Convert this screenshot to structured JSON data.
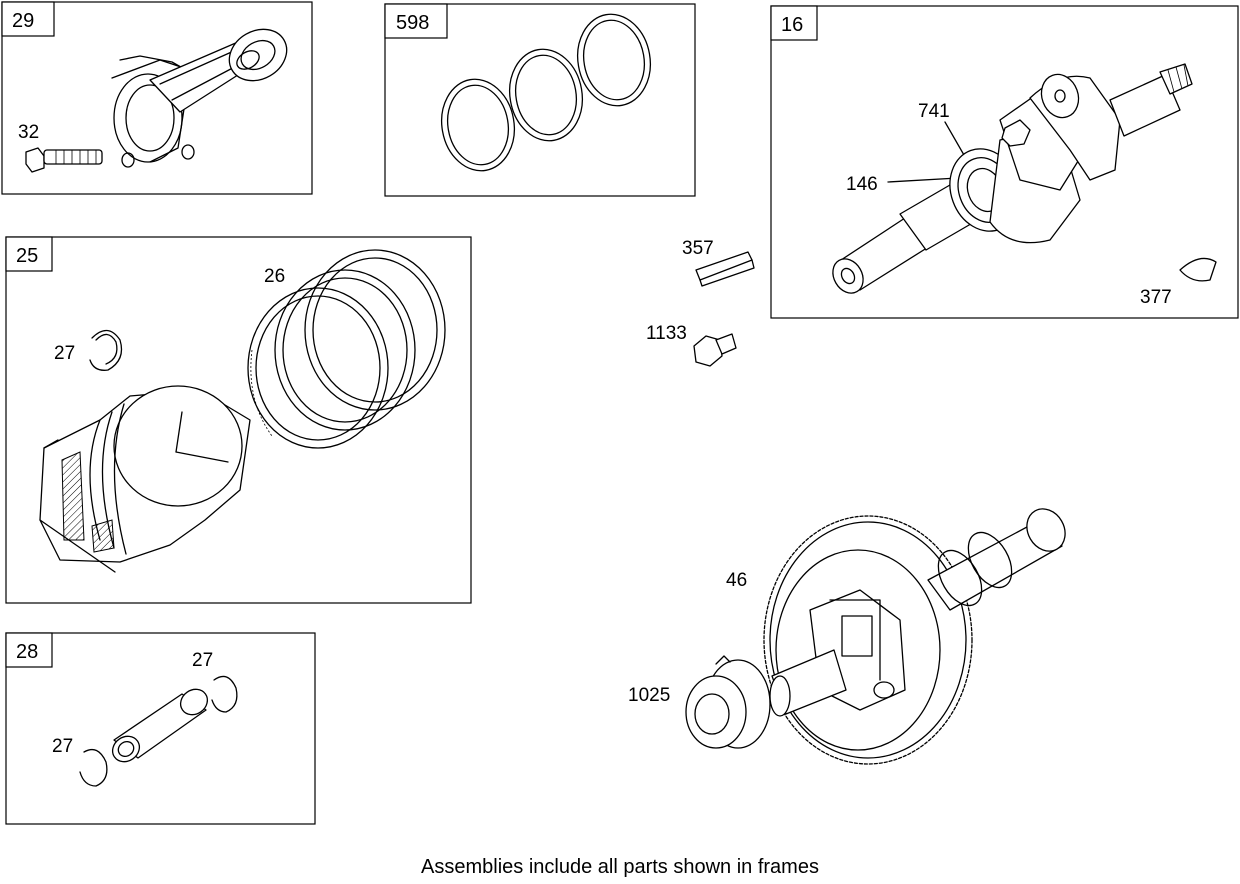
{
  "frames": {
    "connecting_rod": {
      "tag": "29",
      "callouts": {
        "bolt": "32"
      }
    },
    "rings_598": {
      "tag": "598"
    },
    "crankshaft": {
      "tag": "16",
      "callouts": {
        "gear": "741",
        "sprocket": "146",
        "key": "377"
      }
    },
    "piston": {
      "tag": "25",
      "callouts": {
        "rings": "26",
        "clip": "27"
      }
    },
    "piston_pin": {
      "tag": "28",
      "callouts": {
        "clip_top": "27",
        "clip_bottom": "27"
      }
    }
  },
  "loose_parts": {
    "key_357": "357",
    "bolt_1133": "1133",
    "camshaft_46": "46",
    "bushing_1025": "1025"
  },
  "caption": "Assemblies include all parts shown in frames"
}
